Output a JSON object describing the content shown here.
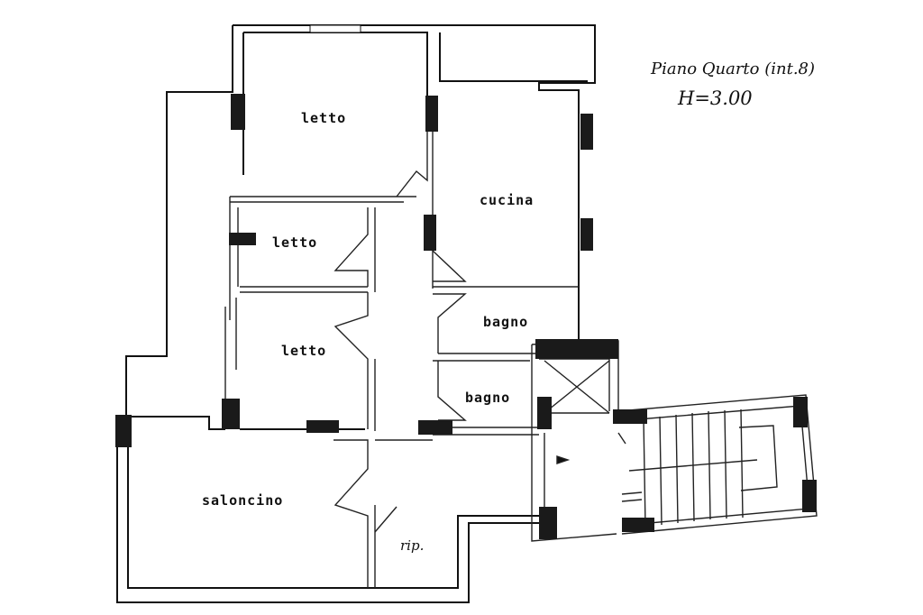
{
  "plan": {
    "title": "Piano Quarto (int.8)",
    "height_note": "H=3.00"
  },
  "rooms": {
    "letto_top": "letto",
    "letto_mid": "letto",
    "letto_low": "letto",
    "cucina": "cucina",
    "bagno_upper": "bagno",
    "bagno_lower": "bagno",
    "saloncino": "saloncino",
    "ripostiglio": "rip."
  }
}
